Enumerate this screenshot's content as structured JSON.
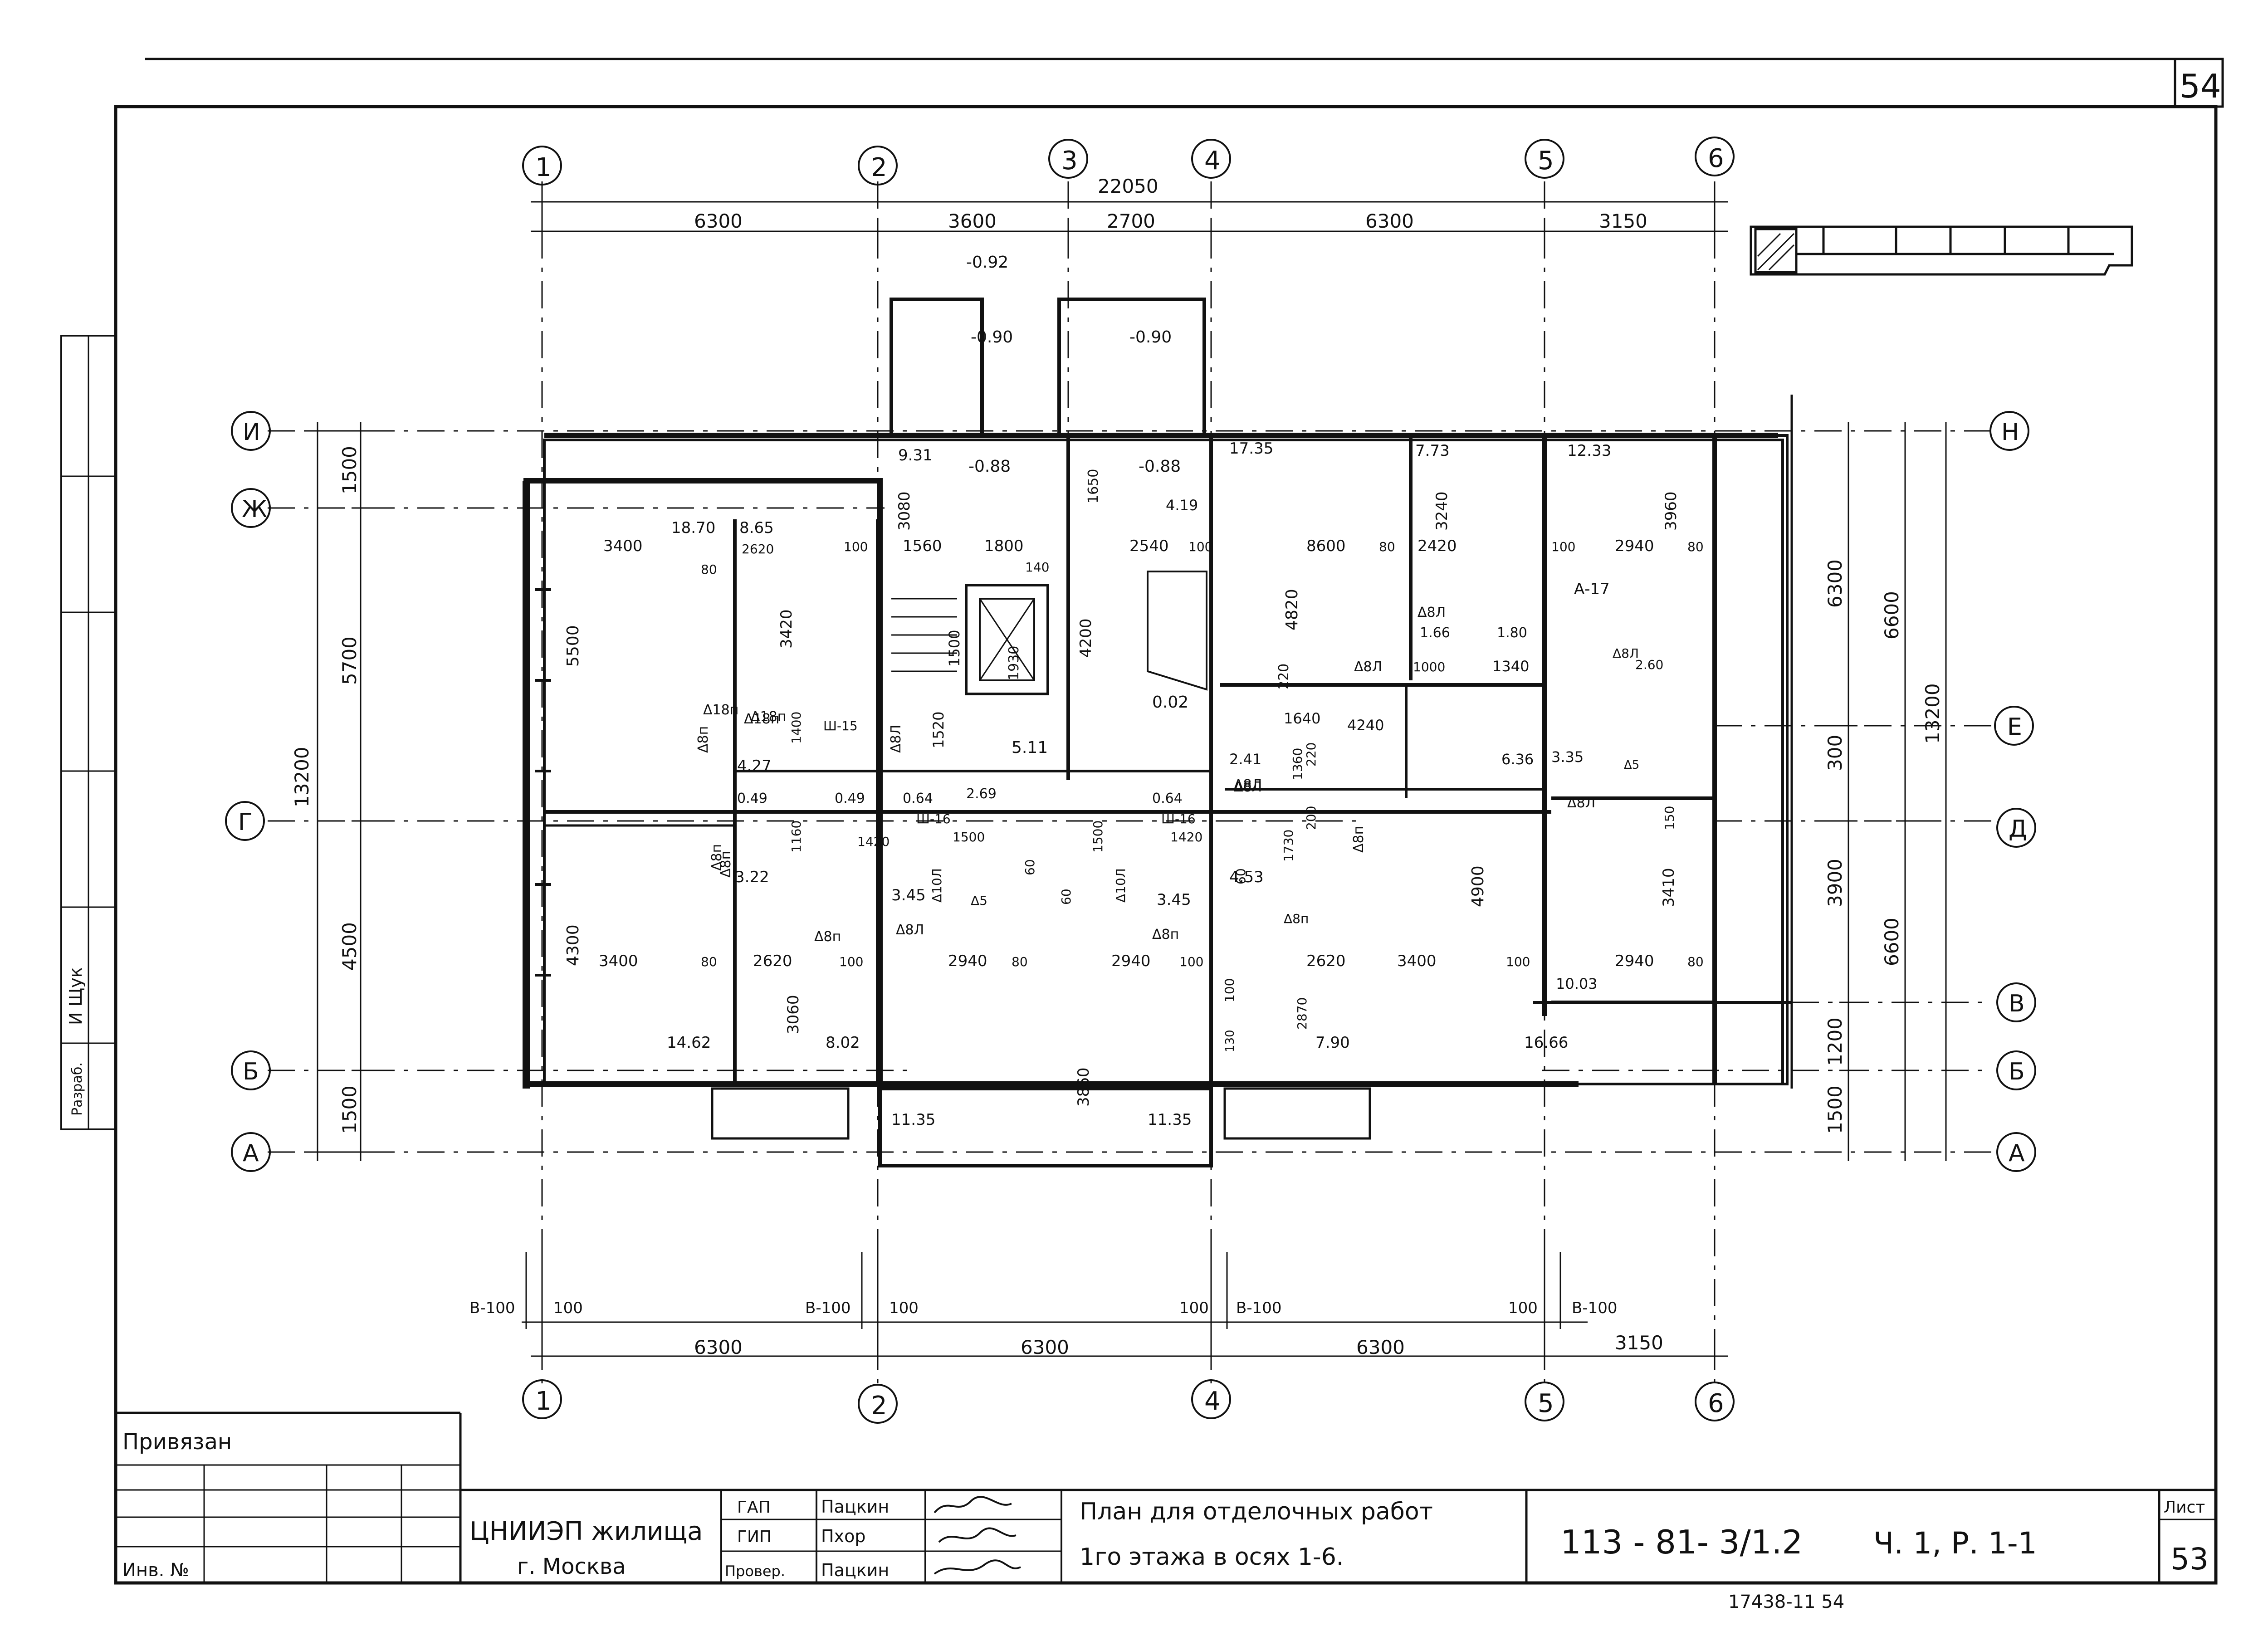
{
  "sheet": {
    "corner_number": "54",
    "sheet_label": "Лист",
    "sheet_number": "53"
  },
  "axes": {
    "top": [
      "1",
      "2",
      "3",
      "4",
      "5",
      "6"
    ],
    "bottom": [
      "1",
      "2",
      "4",
      "5",
      "6"
    ],
    "left": [
      "И",
      "Ж",
      "Г",
      "Б",
      "А"
    ],
    "right": [
      "Н",
      "Е",
      "Д",
      "В",
      "Б",
      "А"
    ]
  },
  "dims_top": {
    "overall": "22050",
    "seg": [
      "6300",
      "3600",
      "2700",
      "6300",
      "3150"
    ]
  },
  "dims_bottom": {
    "seg": [
      "6300",
      "6300",
      "6300",
      "3150"
    ],
    "marks": [
      "В-100",
      "100",
      "В-100",
      "100",
      "100",
      "В-100",
      "100",
      "В-100"
    ]
  },
  "dims_left": {
    "overall": "13200",
    "seg": [
      "1500",
      "5700",
      "4500",
      "1500"
    ]
  },
  "dims_right": {
    "a": [
      "6300",
      "300",
      "3900",
      "1200",
      "1500"
    ],
    "b": [
      "6600",
      "6600"
    ],
    "overall": "13200"
  },
  "levels": [
    "-0.92",
    "-0.90",
    "-0.90",
    "-0.88",
    "-0.88",
    "0.02"
  ],
  "rooms": [
    "9.31",
    "17.35",
    "7.73",
    "12.33",
    "18.70",
    "8.65",
    "5.11",
    "4.27",
    "0.49",
    "0.49",
    "0.64",
    "0.64",
    "2.69",
    "2.41",
    "6.36",
    "3.35",
    "1.66",
    "1.80",
    "2.60",
    "3.22",
    "3.45",
    "3.45",
    "4.53",
    "14.62",
    "8.02",
    "11.35",
    "11.35",
    "7.90",
    "16.66",
    "10.03",
    "4.19",
    "А-17"
  ],
  "inner_dims": [
    "3400",
    "80",
    "2620",
    "100",
    "1560",
    "1800",
    "140",
    "2540",
    "100",
    "8600",
    "80",
    "2420",
    "100",
    "2940",
    "80",
    "3420",
    "1500",
    "4200",
    "4820",
    "3240",
    "3960",
    "5500",
    "4300",
    "3080",
    "1650",
    "1930",
    "1520",
    "220",
    "1640",
    "4240",
    "1360",
    "220",
    "1400",
    "1160",
    "1420",
    "1500",
    "60",
    "1500",
    "1420",
    "1730",
    "200",
    "4900",
    "3410",
    "150",
    "1340",
    "1000",
    "3400",
    "80",
    "2620",
    "100",
    "2940",
    "80",
    "2940",
    "100",
    "2620",
    "3400",
    "100",
    "2940",
    "80",
    "3060",
    "3860",
    "2870",
    "60",
    "60",
    "100",
    "130"
  ],
  "marks": [
    "Δ18п",
    "Δ8п",
    "Δ8п",
    "Δ8п",
    "Δ8п",
    "Δ8Л",
    "Δ8Л",
    "Δ8Л",
    "Δ8Л",
    "Δ8Л",
    "Δ8п",
    "Δ18п",
    "Δ8Л",
    "Δ8Л",
    "Ш-15",
    "Ш-16",
    "Ш-16",
    "Δ5",
    "Δ5",
    "Δ10Л",
    "Δ10Л",
    "Δ8п",
    "Δ18п",
    "Δ8п",
    "Δ8Л"
  ],
  "title_block": {
    "privyazan": "Привязан",
    "inv": "Инв. №",
    "org_line1": "ЦНИИЭП жилища",
    "org_line2": "г. Москва",
    "roles": [
      {
        "role": "ГАП",
        "name": "Пацкин"
      },
      {
        "role": "ГИП",
        "name": "Пхор"
      },
      {
        "role": "Провер.",
        "name": "Пацкин"
      }
    ],
    "title_line1": "План для отделочных работ",
    "title_line2": "1го этажа в осях 1-6.",
    "code": "113 - 81- 3/1.2",
    "part": "Ч. 1,  Р. 1-1",
    "bottom_note": "17438-11  54"
  },
  "left_strip": [
    "Разраб.",
    "И Щук"
  ]
}
